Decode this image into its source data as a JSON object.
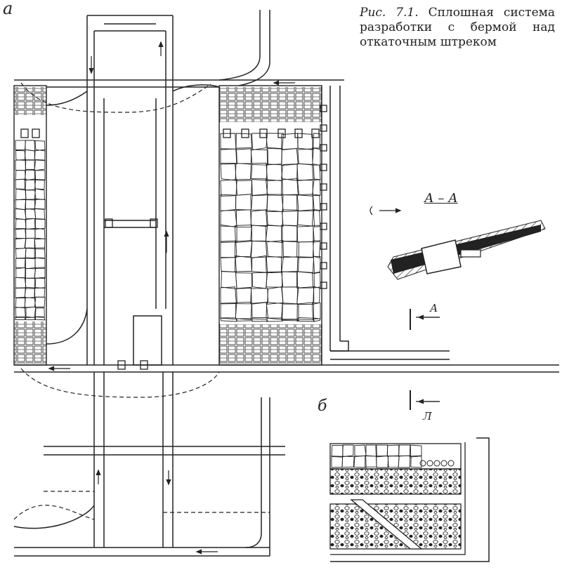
{
  "figure": {
    "label_a": "а",
    "label_b": "б",
    "caption_number": "Рис. 7.1.",
    "caption_text": "Сплошная система разработки с бермой над откаточным штреком",
    "section_title": "А – А",
    "section_mark_top": "А",
    "section_mark_bottom": "Л"
  },
  "colors": {
    "ink": "#222222",
    "background": "#ffffff",
    "rock_fill": "#ffffff"
  }
}
